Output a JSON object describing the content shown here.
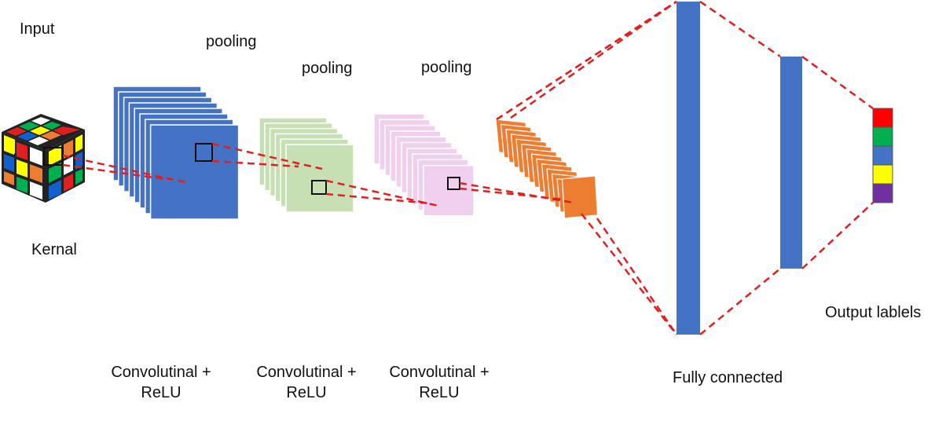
{
  "labels": {
    "input": "Input",
    "kernel": "Kernal",
    "pooling_1": "pooling",
    "pooling_2": "pooling",
    "pooling_3": "pooling",
    "conv_1_line1": "Convolutinal +",
    "conv_1_line2": "ReLU",
    "conv_2_line1": "Convolutinal +",
    "conv_2_line2": "ReLU",
    "conv_3_line1": "Convolutinal +",
    "conv_3_line2": "ReLU",
    "fully_connected": "Fully connected",
    "output_labels": "Output lablels"
  },
  "colors": {
    "conv_blue": "#4472c4",
    "pool_green": "#c6e0b4",
    "conv_pink": "#f0d0ee",
    "feature_orange": "#ed7d31",
    "connector_red": "#e02020",
    "outline": "#ffffff",
    "output_red": "#ff0000",
    "output_green": "#00b050",
    "output_blue": "#4472c4",
    "output_yellow": "#ffff00",
    "output_purple": "#7030a0"
  }
}
